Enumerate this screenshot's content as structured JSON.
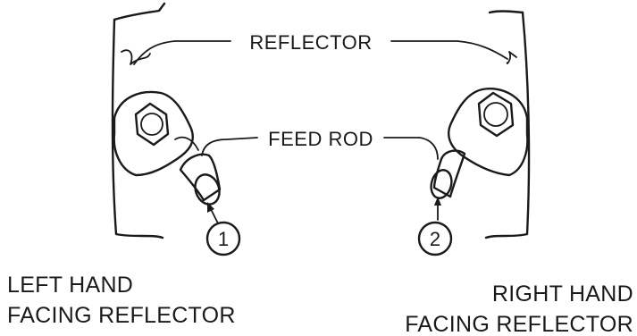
{
  "labels": {
    "reflector": "REFLECTOR",
    "feed_rod": "FEED ROD"
  },
  "callouts": {
    "one": "1",
    "two": "2"
  },
  "captions": {
    "left_line1": "LEFT HAND",
    "left_line2": "FACING REFLECTOR",
    "right_line1": "RIGHT HAND",
    "right_line2": "FACING REFLECTOR"
  }
}
